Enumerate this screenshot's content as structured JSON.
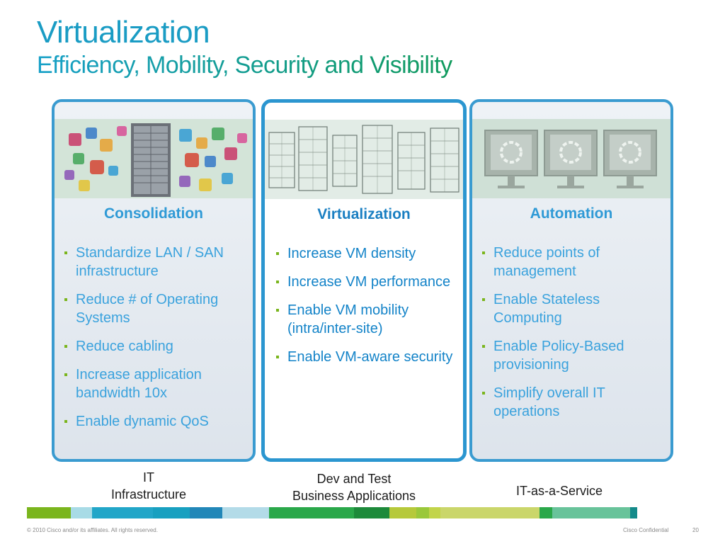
{
  "title": "Virtualization",
  "subtitle": "Efficiency, Mobility, Security and Visibility",
  "panels": [
    {
      "heading": "Consolidation",
      "bullets": [
        "Standardize LAN / SAN infrastructure",
        "Reduce # of Operating Systems",
        "Reduce cabling",
        "Increase application bandwidth 10x",
        "Enable dynamic QoS"
      ]
    },
    {
      "heading": "Virtualization",
      "bullets": [
        "Increase VM density",
        "Increase VM performance",
        "Enable VM mobility (intra/inter-site)",
        "Enable VM-aware security"
      ]
    },
    {
      "heading": "Automation",
      "bullets": [
        "Reduce points of management",
        "Enable Stateless Computing",
        "Enable Policy-Based provisioning",
        "Simplify overall IT operations"
      ]
    }
  ],
  "captions": [
    "IT\nInfrastructure",
    "Dev and Test\nBusiness Applications",
    "IT-as-a-Service"
  ],
  "colors": {
    "title": "#1a9cc4",
    "panel_border": "#3a9bd0",
    "bullet_square": "#7ab51d",
    "stripe": [
      "#7ab51d",
      "#a8dbe6",
      "#22a6c8",
      "#18a0c0",
      "#2287b8",
      "#b3dbe8",
      "#2aa84a",
      "#1d8a3a",
      "#b6c93a",
      "#9ac83a",
      "#c2d44a",
      "#cad66a",
      "#2aa84a",
      "#68c39a",
      "#148a8a"
    ]
  },
  "footer": {
    "left": "© 2010 Cisco and/or its affiliates. All rights reserved.",
    "center": "Cisco Confidential",
    "page": "20"
  }
}
